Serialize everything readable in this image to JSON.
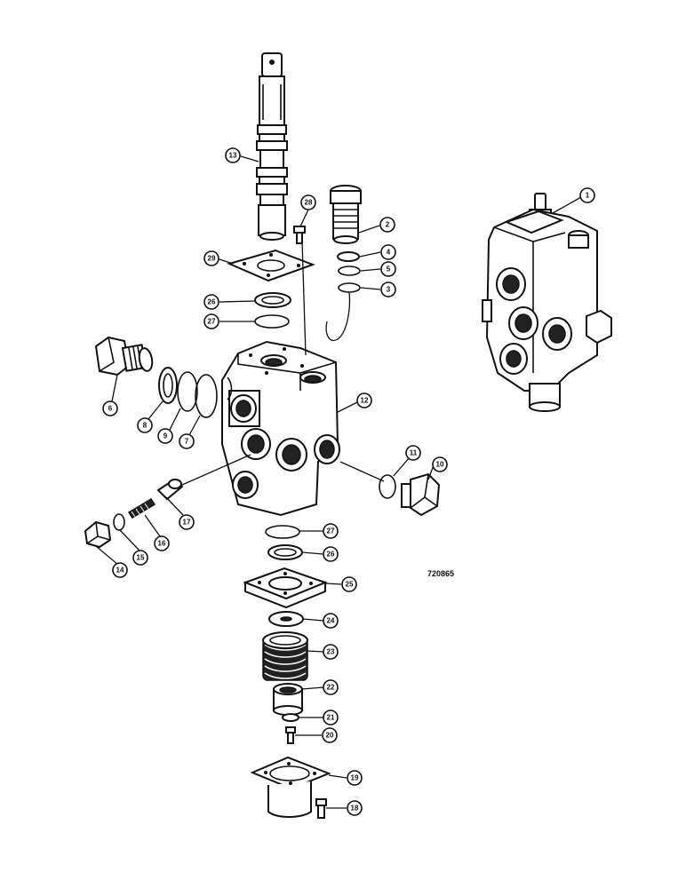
{
  "figure": {
    "reference_number": "720865"
  },
  "callouts": [
    {
      "id": "c1",
      "label": "1"
    },
    {
      "id": "c2",
      "label": "2"
    },
    {
      "id": "c3",
      "label": "3"
    },
    {
      "id": "c4",
      "label": "4"
    },
    {
      "id": "c5",
      "label": "5"
    },
    {
      "id": "c6",
      "label": "6"
    },
    {
      "id": "c7",
      "label": "7"
    },
    {
      "id": "c8",
      "label": "8"
    },
    {
      "id": "c9",
      "label": "9"
    },
    {
      "id": "c10",
      "label": "10"
    },
    {
      "id": "c11",
      "label": "11"
    },
    {
      "id": "c12",
      "label": "12"
    },
    {
      "id": "c13",
      "label": "13"
    },
    {
      "id": "c14",
      "label": "14"
    },
    {
      "id": "c15",
      "label": "15"
    },
    {
      "id": "c16",
      "label": "16"
    },
    {
      "id": "c17",
      "label": "17"
    },
    {
      "id": "c18",
      "label": "18"
    },
    {
      "id": "c19",
      "label": "19"
    },
    {
      "id": "c20",
      "label": "20"
    },
    {
      "id": "c21",
      "label": "21"
    },
    {
      "id": "c22",
      "label": "22"
    },
    {
      "id": "c23",
      "label": "23"
    },
    {
      "id": "c24",
      "label": "24"
    },
    {
      "id": "c25",
      "label": "25"
    },
    {
      "id": "c26a",
      "label": "26"
    },
    {
      "id": "c26b",
      "label": "26"
    },
    {
      "id": "c27a",
      "label": "27"
    },
    {
      "id": "c27b",
      "label": "27"
    },
    {
      "id": "c28",
      "label": "28"
    },
    {
      "id": "c29",
      "label": "29"
    }
  ]
}
